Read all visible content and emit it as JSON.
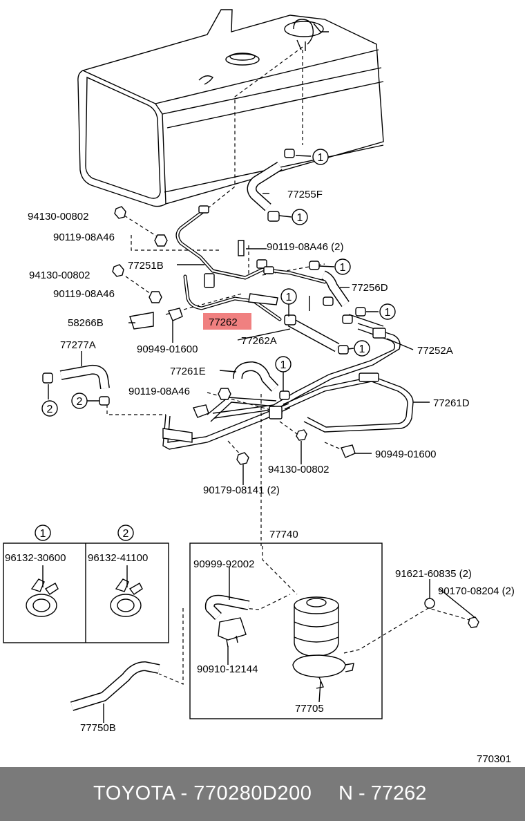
{
  "diagram": {
    "labels": {
      "l77255f": "77255F",
      "l94130a": "94130-00802",
      "l90119a": "90119-08A46",
      "l90119b": "90119-08A46 (2)",
      "l77251b": "77251B",
      "l94130b": "94130-00802",
      "l90119c": "90119-08A46",
      "l77256d": "77256D",
      "l58266b": "58266B",
      "l77262": "77262",
      "l77262a": "77262A",
      "l90949a": "90949-01600",
      "l77252a": "77252A",
      "l77277a": "77277A",
      "l77261e": "77261E",
      "l90119d": "90119-08A46",
      "l77261d": "77261D",
      "l90949b": "90949-01600",
      "l94130c": "94130-00802",
      "l90179": "90179-08141 (2)",
      "l77740": "77740",
      "l90999": "90999-92002",
      "l91621": "91621-60835 (2)",
      "l90170": "90170-08204 (2)",
      "l90910": "90910-12144",
      "l77705": "77705",
      "l77750b": "77750B",
      "l96132a": "96132-30600",
      "l96132b": "96132-41100",
      "l770301": "770301"
    },
    "callouts": {
      "one": "1",
      "two": "2"
    },
    "highlight_color": "#f08080"
  },
  "footer": {
    "part_text": "TOYOTA - 770280D200",
    "ref_text": "N - 77262",
    "background": "#7a7a7a"
  }
}
